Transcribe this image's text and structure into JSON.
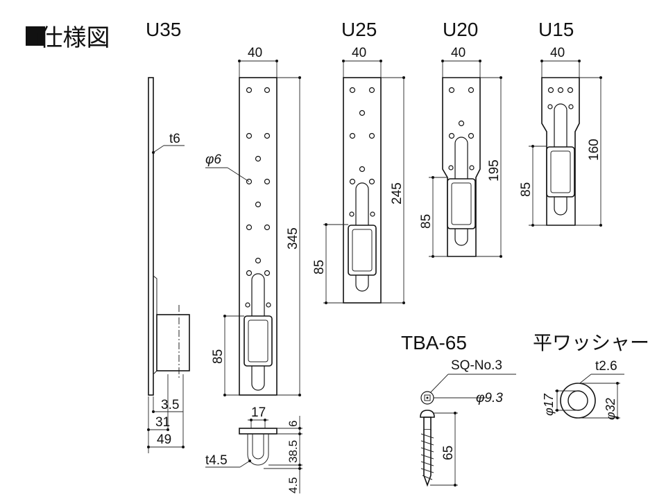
{
  "title": "■仕様図",
  "models": {
    "u35": "U35",
    "u25": "U25",
    "u20": "U20",
    "u15": "U15"
  },
  "u35_dims": {
    "width": "40",
    "height": "345",
    "bottom": "85",
    "hole": "φ6",
    "thickness": "t6",
    "side_a": "3.5",
    "side_b": "31",
    "side_c": "49",
    "stirrup_width": "17",
    "stirrup_top": "6",
    "stirrup_mid": "38.5",
    "stirrup_bot": "4.5",
    "stirrup_t": "t4.5"
  },
  "u25_dims": {
    "width": "40",
    "height": "245",
    "bottom": "85"
  },
  "u20_dims": {
    "width": "40",
    "height": "195",
    "bottom": "85"
  },
  "u15_dims": {
    "width": "40",
    "height": "160",
    "bottom": "85"
  },
  "screw": {
    "name": "TBA-65",
    "head": "SQ-No.3",
    "diameter": "φ9.3",
    "length": "65"
  },
  "washer": {
    "name": "平ワッシャー",
    "thickness": "t2.6",
    "inner": "φ17",
    "outer": "φ32"
  }
}
